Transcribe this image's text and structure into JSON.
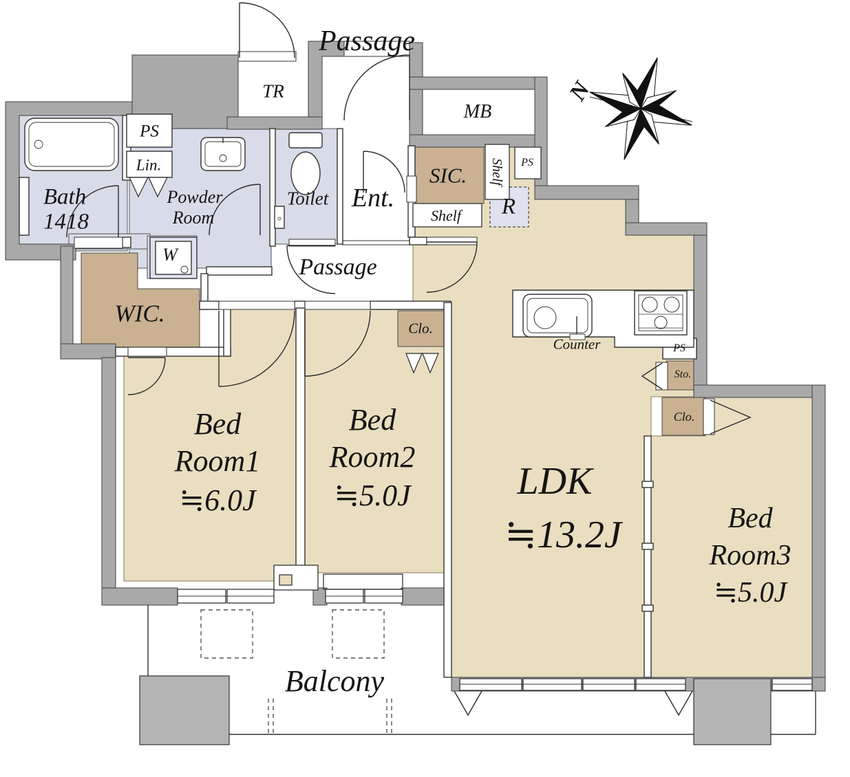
{
  "rooms": {
    "passage_top": "Passage",
    "tr": "TR",
    "ps_top": "PS",
    "lin": "Lin.",
    "bath": {
      "name": "Bath",
      "size": "1418"
    },
    "powder": {
      "line1": "Powder",
      "line2": "Room"
    },
    "toilet": "Toilet",
    "ent": "Ent.",
    "mb": "MB",
    "sic": "SIC.",
    "shelf_vertical": "Shelf",
    "ps_mid": "PS",
    "shelf_horizontal": "Shelf",
    "refrigerator": "R",
    "washer": "W",
    "wic": "WIC.",
    "passage_mid": "Passage",
    "clo_mid": "Clo.",
    "kitchen": {
      "counter": "Counter",
      "ps": "PS",
      "sto": "Sto.",
      "clo": "Clo."
    },
    "ldk": {
      "name": "LDK",
      "size": "≒13.2J"
    },
    "bed1": {
      "line1": "Bed",
      "line2": "Room1",
      "size": "≒6.0J"
    },
    "bed2": {
      "line1": "Bed",
      "line2": "Room2",
      "size": "≒5.0J"
    },
    "bed3": {
      "line1": "Bed",
      "line2": "Room3",
      "size": "≒5.0J"
    },
    "balcony": "Balcony"
  },
  "compass": {
    "north_label": "N"
  },
  "colors": {
    "room_tan": "#e9dec0",
    "closet_tan": "#c9b192",
    "wet_blue": "#d8dce8",
    "fixture_blue": "#dfe2ee",
    "wall_gray": "#a9a9a9",
    "pillar_gray": "#b4b4b4",
    "line": "#2a2a2a"
  }
}
